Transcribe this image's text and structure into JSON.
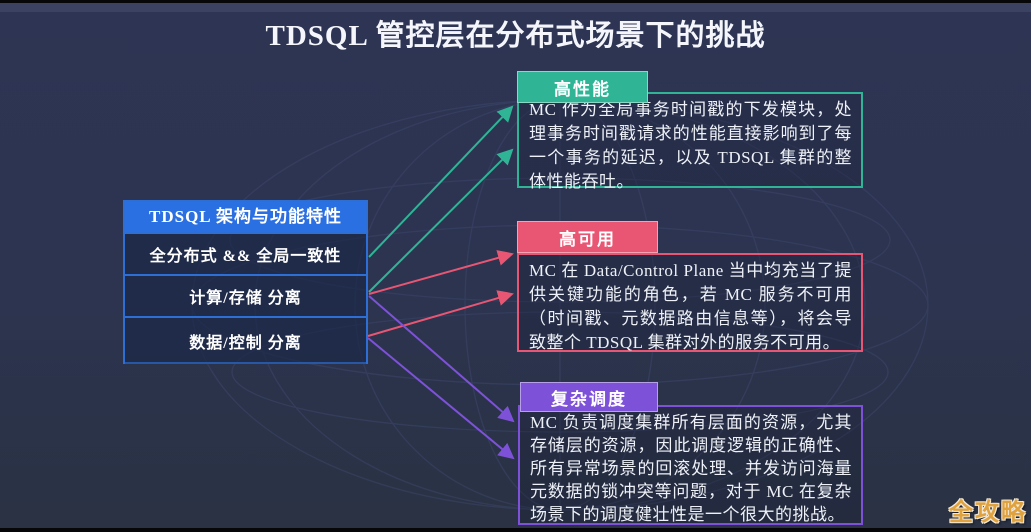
{
  "title": "TDSQL 管控层在分布式场景下的挑战",
  "feature_panel": {
    "header": "TDSQL 架构与功能特性",
    "header_color": "#2b70e2",
    "border_color": "#2e6fd6",
    "items": [
      "全分布式 && 全局一致性",
      "计算/存储 分离",
      "数据/控制 分离"
    ]
  },
  "challenges": [
    {
      "id": "performance",
      "label": "高性能",
      "color": "#2fb596",
      "body": "MC 作为全局事务时间戳的下发模块，处理事务时间戳请求的性能直接影响到了每一个事务的延迟，以及 TDSQL 集群的整体性能吞吐。"
    },
    {
      "id": "availability",
      "label": "高可用",
      "color": "#e85673",
      "body": "MC 在 Data/Control Plane 当中均充当了提供关键功能的角色，若 MC 服务不可用（时间戳、元数据路由信息等），将会导致整个 TDSQL 集群对外的服务不可用。"
    },
    {
      "id": "scheduling",
      "label": "复杂调度",
      "color": "#7e52d8",
      "body": "MC 负责调度集群所有层面的资源，尤其存储层的资源，因此调度逻辑的正确性、所有异常场景的回滚处理、并发访问海量元数据的锁冲突等问题，对于 MC 在复杂场景下的调度健壮性是一个很大的挑战。"
    }
  ],
  "watermark": {
    "text": "全攻略",
    "color": "#dfa23f"
  },
  "colors": {
    "background": "#2c3450",
    "title_text": "#f4f6fb",
    "top_strip": "#3b4262",
    "globe_wireframe": "#424c74"
  }
}
